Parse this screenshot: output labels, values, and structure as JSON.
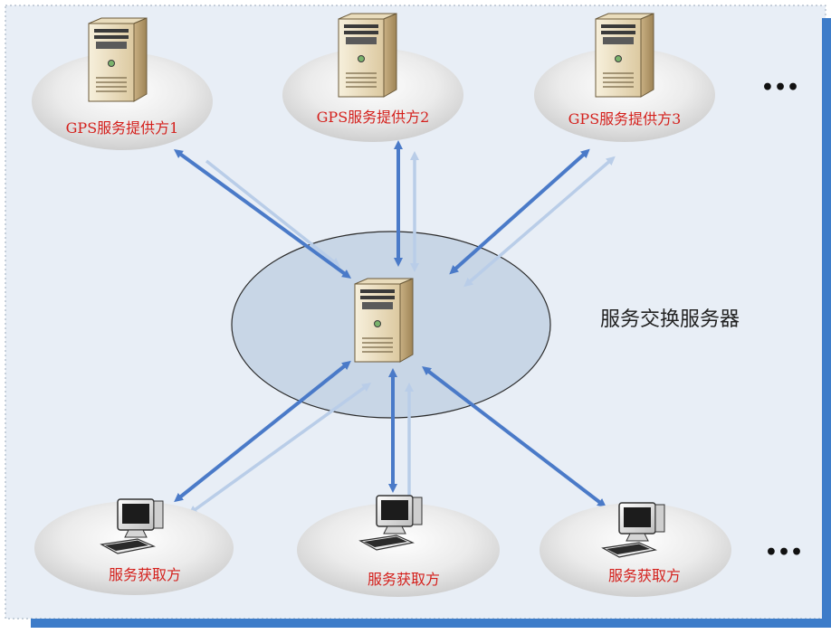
{
  "colors": {
    "panel": "#e8eef6",
    "hub_ellipse": "#c8d6e6",
    "arrow": "#4a7ac8",
    "label_red": "#d4201c",
    "label_dark": "#222222",
    "bottom_bar": "#3d7cc9"
  },
  "providers": [
    {
      "label": "GPS服务提供方1",
      "icon": "server-tower-icon"
    },
    {
      "label": "GPS服务提供方2",
      "icon": "server-tower-icon"
    },
    {
      "label": "GPS服务提供方3",
      "icon": "server-tower-icon"
    }
  ],
  "hub": {
    "label": "服务交换服务器",
    "icon": "server-tower-icon"
  },
  "consumers": [
    {
      "label": "服务获取方",
      "icon": "desktop-computer-icon"
    },
    {
      "label": "服务获取方",
      "icon": "desktop-computer-icon"
    },
    {
      "label": "服务获取方",
      "icon": "desktop-computer-icon"
    }
  ],
  "more_top": "•••",
  "more_bottom": "•••"
}
